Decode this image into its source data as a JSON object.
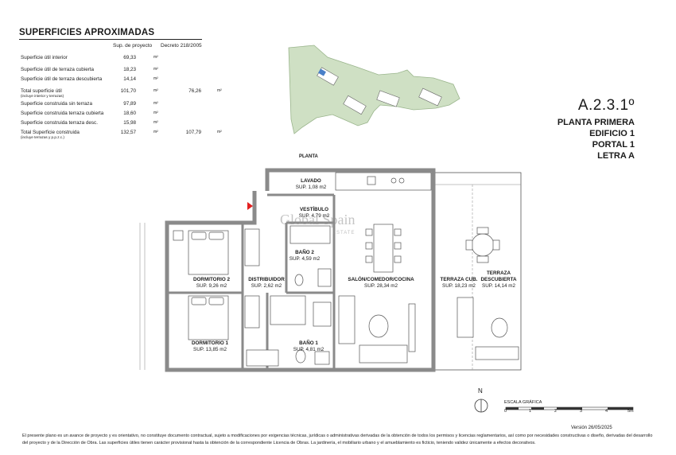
{
  "surfaces": {
    "title": "SUPERFICIES APROXIMADAS",
    "col_proyecto": "Sup. de proyecto",
    "col_decreto": "Decreto 218/2005",
    "rows": [
      {
        "label": "Superficie útil interior",
        "value": "69,33",
        "unit": "m²"
      },
      {
        "label": "Superficie útil de terraza cubierta",
        "value": "18,23",
        "unit": "m²"
      },
      {
        "label": "Superficie útil de terraza descubierta",
        "value": "14,14",
        "unit": "m²"
      },
      {
        "label": "Total superficie útil",
        "sub": "(incluye interior y terrazas)",
        "value": "101,70",
        "unit": "m²",
        "value2": "76,26",
        "unit2": "m²"
      },
      {
        "label": "Superficie construida sin terraza",
        "value": "97,89",
        "unit": "m²"
      },
      {
        "label": "Superficie construida terraza cubierta",
        "value": "18,60",
        "unit": "m²"
      },
      {
        "label": "Superficie construida terraza desc.",
        "value": "15,98",
        "unit": "m²"
      },
      {
        "label": "Total Superficie construida",
        "sub": "(incluye terrazas y p.p.z.c.)",
        "value": "132,57",
        "unit": "m²",
        "value2": "107,79",
        "unit2": "m²"
      }
    ]
  },
  "unit": {
    "code": "A.2.3.1º",
    "lines": [
      "PLANTA PRIMERA",
      "EDIFICIO 1",
      "PORTAL 1",
      "LETRA A"
    ]
  },
  "plan": {
    "label": "PLANTA",
    "rooms": [
      {
        "name": "LAVADO",
        "area": "SUP. 1,08 m2"
      },
      {
        "name": "VESTÍBULO",
        "area": "SUP. 4,79 m2"
      },
      {
        "name": "BAÑO 2",
        "area": "SUP. 4,59 m2"
      },
      {
        "name": "DORMITORIO 2",
        "area": "SUP. 9,26 m2"
      },
      {
        "name": "DISTRIBUIDOR",
        "area": "SUP. 2,62 m2"
      },
      {
        "name": "SALÓN/COMEDOR/COCINA",
        "area": "SUP. 28,34 m2"
      },
      {
        "name": "TERRAZA CUB.",
        "area": "SUP. 18,23 m2"
      },
      {
        "name": "TERRAZA",
        "area": "DESCUBIERTA",
        "area2": "SUP. 14,14 m2"
      },
      {
        "name": "DORMITORIO 1",
        "area": "SUP. 13,85 m2"
      },
      {
        "name": "BAÑO 1",
        "area": "SUP. 4,81 m2"
      }
    ]
  },
  "watermark": {
    "name": "Global Spain",
    "sub": "ESTATE"
  },
  "north": "N",
  "scale": {
    "label": "ESCALA GRÁFICA",
    "ticks": [
      "0",
      "1",
      "2",
      "3",
      "4",
      "5m"
    ]
  },
  "version": "Versión 26/05/2025",
  "disclaimer": "El presente plano es un avance de proyecto y es orientativo, no constituye documento contractual, sujeto a modificaciones por exigencias técnicas, jurídicas o administrativas derivadas de la obtención de todos los permisos y licencias reglamentarios, así como por necesidades constructivas o diseño, derivadas del desarrollo del proyecto y de la Dirección de Obra. Las superficies útiles tienen carácter provisional hasta la obtención de la correspondiente Licencia de Obras. La jardinería, el mobiliario urbano y el amueblamiento es ficticio, teniendo validez únicamente a efectos decorativos.",
  "colors": {
    "site_green": "#cfe0c4",
    "wall": "#8a8a8a",
    "accent_red": "#e32020"
  }
}
